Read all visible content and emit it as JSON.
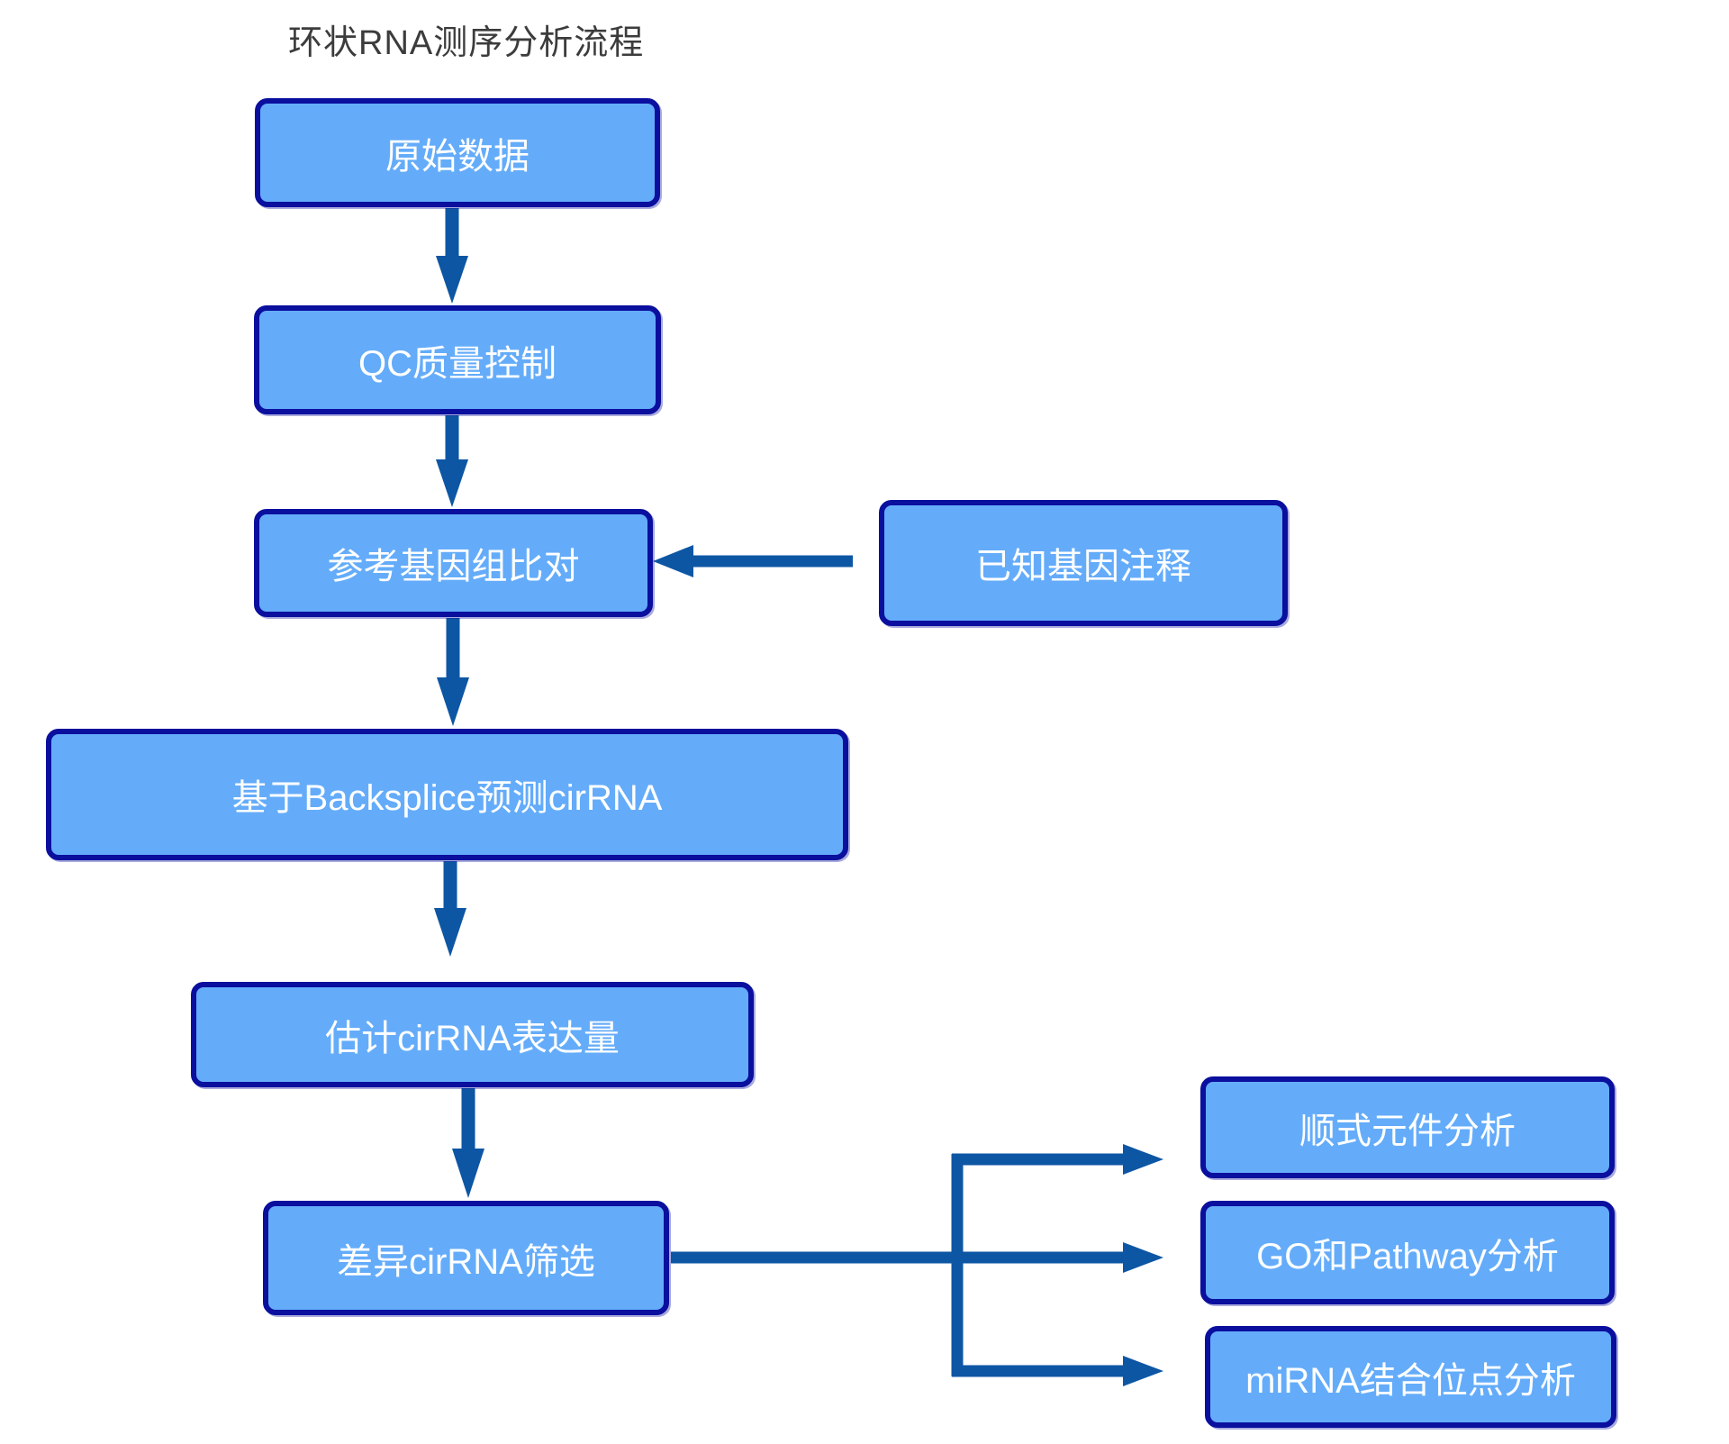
{
  "title": "环状RNA测序分析流程",
  "colors": {
    "box_fill": "#64acfa",
    "box_border": "#0a0f9e",
    "arrow": "#0d56a4",
    "title_text": "#3c3c3c",
    "box_text": "#ffffff",
    "background": "#ffffff"
  },
  "nodes": [
    {
      "id": "raw-data",
      "label": "原始数据"
    },
    {
      "id": "qc",
      "label": "QC质量控制"
    },
    {
      "id": "genome-alignment",
      "label": "参考基因组比对"
    },
    {
      "id": "known-gene-annotation",
      "label": "已知基因注释"
    },
    {
      "id": "backsplice-prediction",
      "label": "基于Backsplice预测cirRNA"
    },
    {
      "id": "expression-estimation",
      "label": "估计cirRNA表达量"
    },
    {
      "id": "differential-screening",
      "label": "差异cirRNA筛选"
    },
    {
      "id": "cis-element-analysis",
      "label": "顺式元件分析"
    },
    {
      "id": "go-pathway-analysis",
      "label": "GO和Pathway分析"
    },
    {
      "id": "mirna-binding-analysis",
      "label": "miRNA结合位点分析"
    }
  ],
  "edges": [
    {
      "from": "raw-data",
      "to": "qc"
    },
    {
      "from": "qc",
      "to": "genome-alignment"
    },
    {
      "from": "known-gene-annotation",
      "to": "genome-alignment"
    },
    {
      "from": "genome-alignment",
      "to": "backsplice-prediction"
    },
    {
      "from": "backsplice-prediction",
      "to": "expression-estimation"
    },
    {
      "from": "expression-estimation",
      "to": "differential-screening"
    },
    {
      "from": "differential-screening",
      "to": "cis-element-analysis"
    },
    {
      "from": "differential-screening",
      "to": "go-pathway-analysis"
    },
    {
      "from": "differential-screening",
      "to": "mirna-binding-analysis"
    }
  ]
}
